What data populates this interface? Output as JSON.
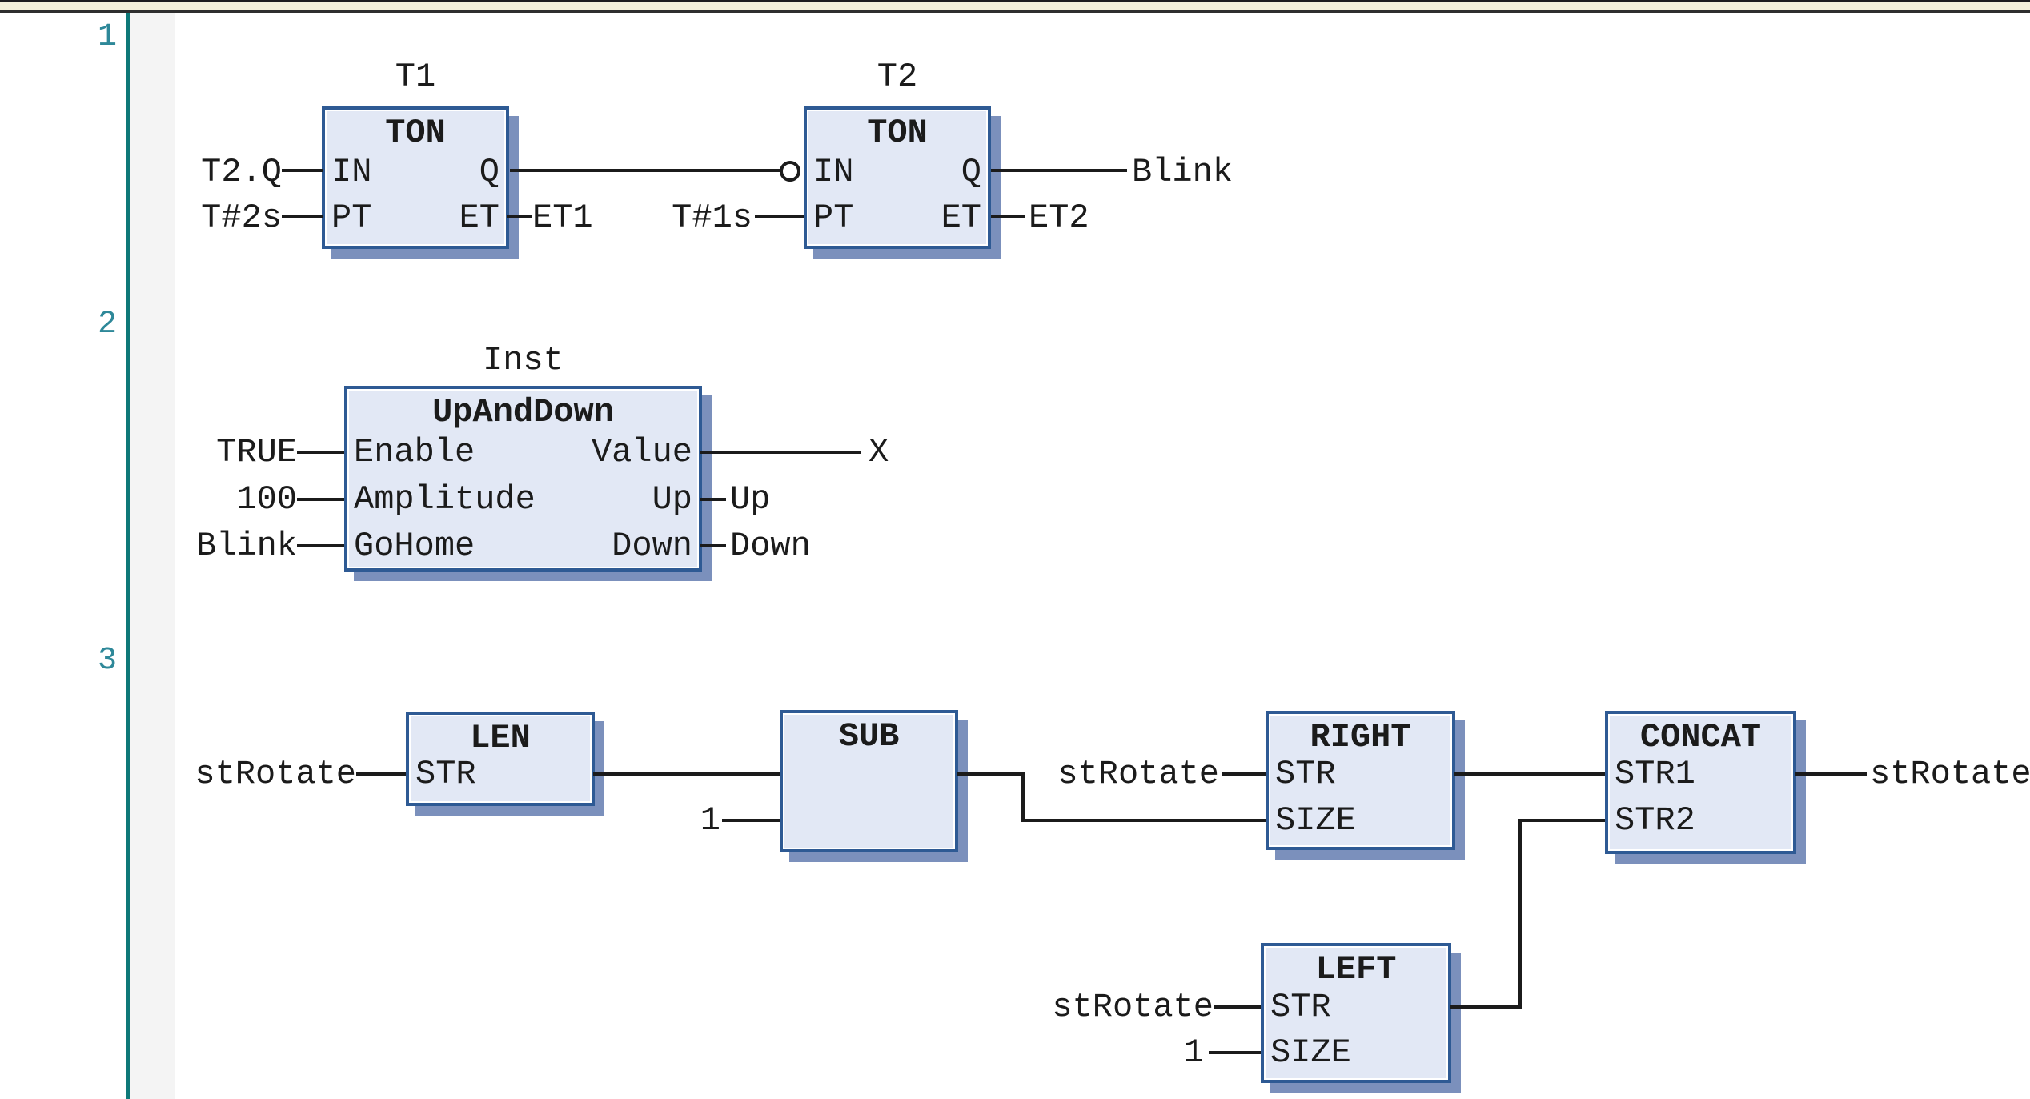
{
  "colors": {
    "network_number": "#2e8899",
    "network_rail": "#0e7878",
    "gutter_band": "#f4f4f4",
    "top_border_band": "#f3f0d8",
    "block_fill": "#e2e8f5",
    "block_border": "#2e5a94",
    "block_shadow": "#7b90bc",
    "wire": "#1b1b1b"
  },
  "networks": [
    {
      "number": "1",
      "t1": {
        "instance": "T1",
        "type": "TON",
        "pins": {
          "in1": "IN",
          "in2": "PT",
          "out1": "Q",
          "out2": "ET"
        }
      },
      "t2": {
        "instance": "T2",
        "type": "TON",
        "pins": {
          "in1": "IN",
          "in2": "PT",
          "out1": "Q",
          "out2": "ET"
        }
      },
      "operands": {
        "t1_in": "T2.Q",
        "t1_pt": "T#2s",
        "t1_et": "ET1",
        "t2_pt": "T#1s",
        "t2_q": "Blink",
        "t2_et": "ET2"
      }
    },
    {
      "number": "2",
      "updown": {
        "instance": "Inst",
        "type": "UpAndDown",
        "pins": {
          "in1": "Enable",
          "in2": "Amplitude",
          "in3": "GoHome",
          "out1": "Value",
          "out2": "Up",
          "out3": "Down"
        }
      },
      "operands": {
        "enable": "TRUE",
        "amplitude": "100",
        "gohome": "Blink",
        "value": "X",
        "up": "Up",
        "down": "Down"
      }
    },
    {
      "number": "3",
      "len": {
        "type": "LEN",
        "pins": {
          "in1": "STR"
        }
      },
      "sub": {
        "type": "SUB"
      },
      "right": {
        "type": "RIGHT",
        "pins": {
          "in1": "STR",
          "in2": "SIZE"
        }
      },
      "concat": {
        "type": "CONCAT",
        "pins": {
          "in1": "STR1",
          "in2": "STR2"
        }
      },
      "left": {
        "type": "LEFT",
        "pins": {
          "in1": "STR",
          "in2": "SIZE"
        }
      },
      "operands": {
        "len_str": "stRotate",
        "sub_size": "1",
        "right_str": "stRotate",
        "left_str": "stRotate",
        "left_size": "1",
        "result": "stRotate"
      }
    }
  ]
}
